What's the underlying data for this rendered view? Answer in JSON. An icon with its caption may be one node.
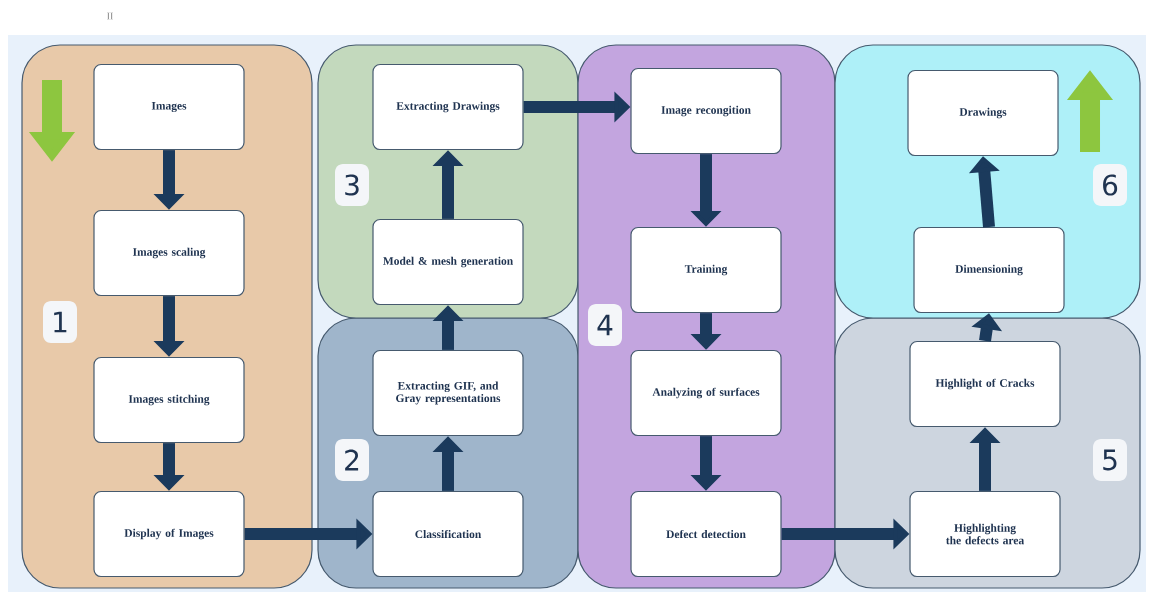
{
  "diagram": {
    "nodes": [
      {
        "text": [
          "1"
        ]
      },
      {
        "text": [
          "2"
        ]
      },
      {
        "text": [
          "3"
        ]
      },
      {
        "text": [
          "4"
        ]
      },
      {
        "text": [
          "5"
        ]
      },
      {
        "text": [
          "6"
        ]
      },
      {
        "text": [
          "Images"
        ],
        "in": 0
      },
      {
        "text": [
          "Images scaling"
        ],
        "in": 0
      },
      {
        "text": [
          "Images stitching"
        ],
        "in": 0
      },
      {
        "text": [
          "Display of Images"
        ],
        "in": 0
      },
      {
        "text": [
          "Classification"
        ],
        "in": 1
      },
      {
        "text": [
          "Extracting GIF, and Gray representations"
        ],
        "in": 1
      },
      {
        "text": [
          "Model & mesh generation"
        ],
        "in": 2
      },
      {
        "text": [
          "Extracting Drawings"
        ],
        "in": 2
      },
      {
        "text": [
          "Image recongition"
        ],
        "in": 3
      },
      {
        "text": [
          "Training"
        ],
        "in": 3
      },
      {
        "text": [
          "Analyzing of surfaces"
        ],
        "in": 3
      },
      {
        "text": [
          "Defect detection"
        ],
        "in": 3
      },
      {
        "text": [
          "Highlighting the defects area"
        ],
        "in": 4
      },
      {
        "text": [
          "Highlight of Cracks"
        ],
        "in": 4
      },
      {
        "text": [
          "Dimensioning"
        ],
        "in": 5
      },
      {
        "text": [
          "Drawings"
        ],
        "in": 5
      }
    ],
    "edges": [
      {
        "from": 6,
        "to": 7,
        "arrow": "to"
      },
      {
        "from": 7,
        "to": 8,
        "arrow": "to"
      },
      {
        "from": 8,
        "to": 9,
        "arrow": "to"
      },
      {
        "from": 9,
        "to": 10,
        "arrow": "to"
      },
      {
        "from": 10,
        "to": 11,
        "arrow": "to"
      },
      {
        "from": 11,
        "to": 12,
        "arrow": "to"
      },
      {
        "from": 12,
        "to": 13,
        "arrow": "to"
      },
      {
        "from": 13,
        "to": 14,
        "arrow": "to"
      },
      {
        "from": 14,
        "to": 15,
        "arrow": "to"
      },
      {
        "from": 15,
        "to": 16,
        "arrow": "to"
      },
      {
        "from": 16,
        "to": 17,
        "arrow": "to"
      },
      {
        "from": 17,
        "to": 18,
        "arrow": "to"
      },
      {
        "from": 18,
        "to": 19,
        "arrow": "to"
      },
      {
        "from": 19,
        "to": 20,
        "arrow": "to"
      },
      {
        "from": 20,
        "to": 21,
        "arrow": "to"
      }
    ],
    "labels": [
      "II"
    ]
  }
}
